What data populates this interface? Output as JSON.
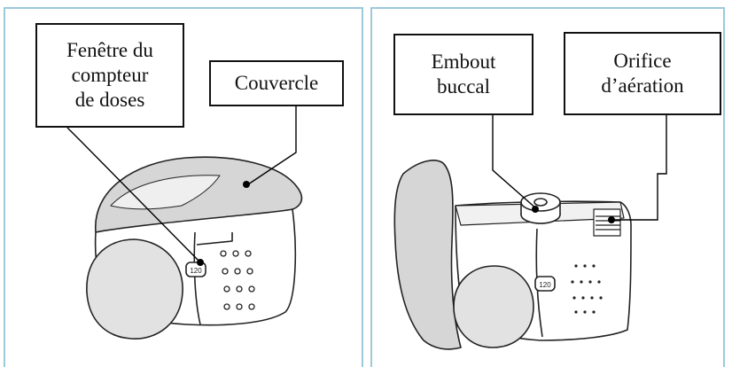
{
  "left_panel": {
    "labels": {
      "dose_counter_window": [
        "Fenêtre du",
        "compteur",
        "de doses"
      ],
      "cover": [
        "Couvercle"
      ]
    },
    "counter_text": "120"
  },
  "right_panel": {
    "labels": {
      "mouthpiece": [
        "Embout",
        "buccal"
      ],
      "air_vent": [
        "Orifice",
        "d’aération"
      ]
    },
    "counter_text": "120"
  },
  "colors": {
    "panel_border": "#9dc9dc",
    "line": "#111111",
    "device_grey": "#d6d6d6"
  }
}
